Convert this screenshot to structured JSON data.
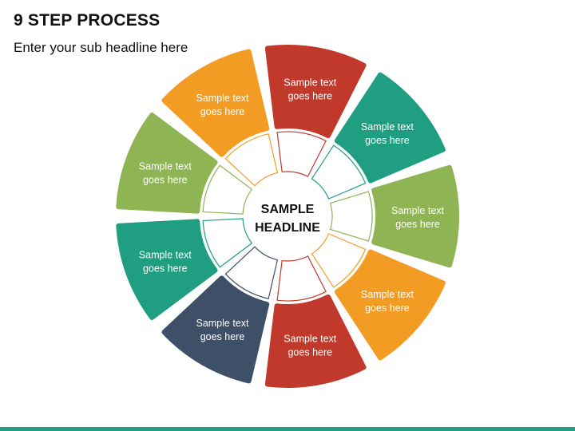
{
  "title": "9 STEP PROCESS",
  "subtitle": "Enter your sub headline here",
  "center": {
    "line1": "SAMPLE",
    "line2": "HEADLINE"
  },
  "accent_bar_color": "#1fa085",
  "steps": [
    {
      "text_line1": "Sample text",
      "text_line2": "goes here",
      "color": "#c0392b"
    },
    {
      "text_line1": "Sample text",
      "text_line2": "goes here",
      "color": "#1f9e82"
    },
    {
      "text_line1": "Sample text",
      "text_line2": "goes here",
      "color": "#8eb454"
    },
    {
      "text_line1": "Sample text",
      "text_line2": "goes here",
      "color": "#f39c24"
    },
    {
      "text_line1": "Sample text",
      "text_line2": "goes here",
      "color": "#c0392b"
    },
    {
      "text_line1": "Sample text",
      "text_line2": "goes here",
      "color": "#3e5068"
    },
    {
      "text_line1": "Sample text",
      "text_line2": "goes here",
      "color": "#1f9e82"
    },
    {
      "text_line1": "Sample text",
      "text_line2": "goes here",
      "color": "#8eb454"
    },
    {
      "text_line1": "Sample text",
      "text_line2": "goes here",
      "color": "#f39c24"
    }
  ]
}
